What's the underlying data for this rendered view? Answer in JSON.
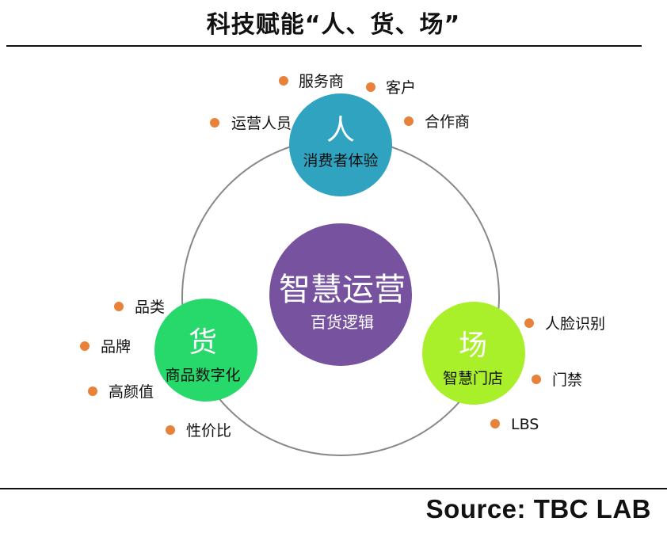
{
  "title": "科技赋能“人、货、场”",
  "source": "Source: TBC LAB",
  "center": {
    "title": "智慧运营",
    "subtitle": "百货逻辑",
    "color": "#76529f"
  },
  "nodes": {
    "people": {
      "title": "人",
      "subtitle": "消费者体验",
      "color": "#2fa3c0",
      "items": [
        "服务商",
        "客户",
        "运营人员",
        "合作商"
      ]
    },
    "goods": {
      "title": "货",
      "subtitle": "商品数字化",
      "color": "#27d86a",
      "items": [
        "品类",
        "品牌",
        "高颜值",
        "性价比"
      ]
    },
    "place": {
      "title": "场",
      "subtitle": "智慧门店",
      "color": "#a9ef2a",
      "items": [
        "人脸识别",
        "门禁",
        "LBS"
      ]
    }
  },
  "colors": {
    "bullet": "#e8823a",
    "ring": "#888888"
  }
}
